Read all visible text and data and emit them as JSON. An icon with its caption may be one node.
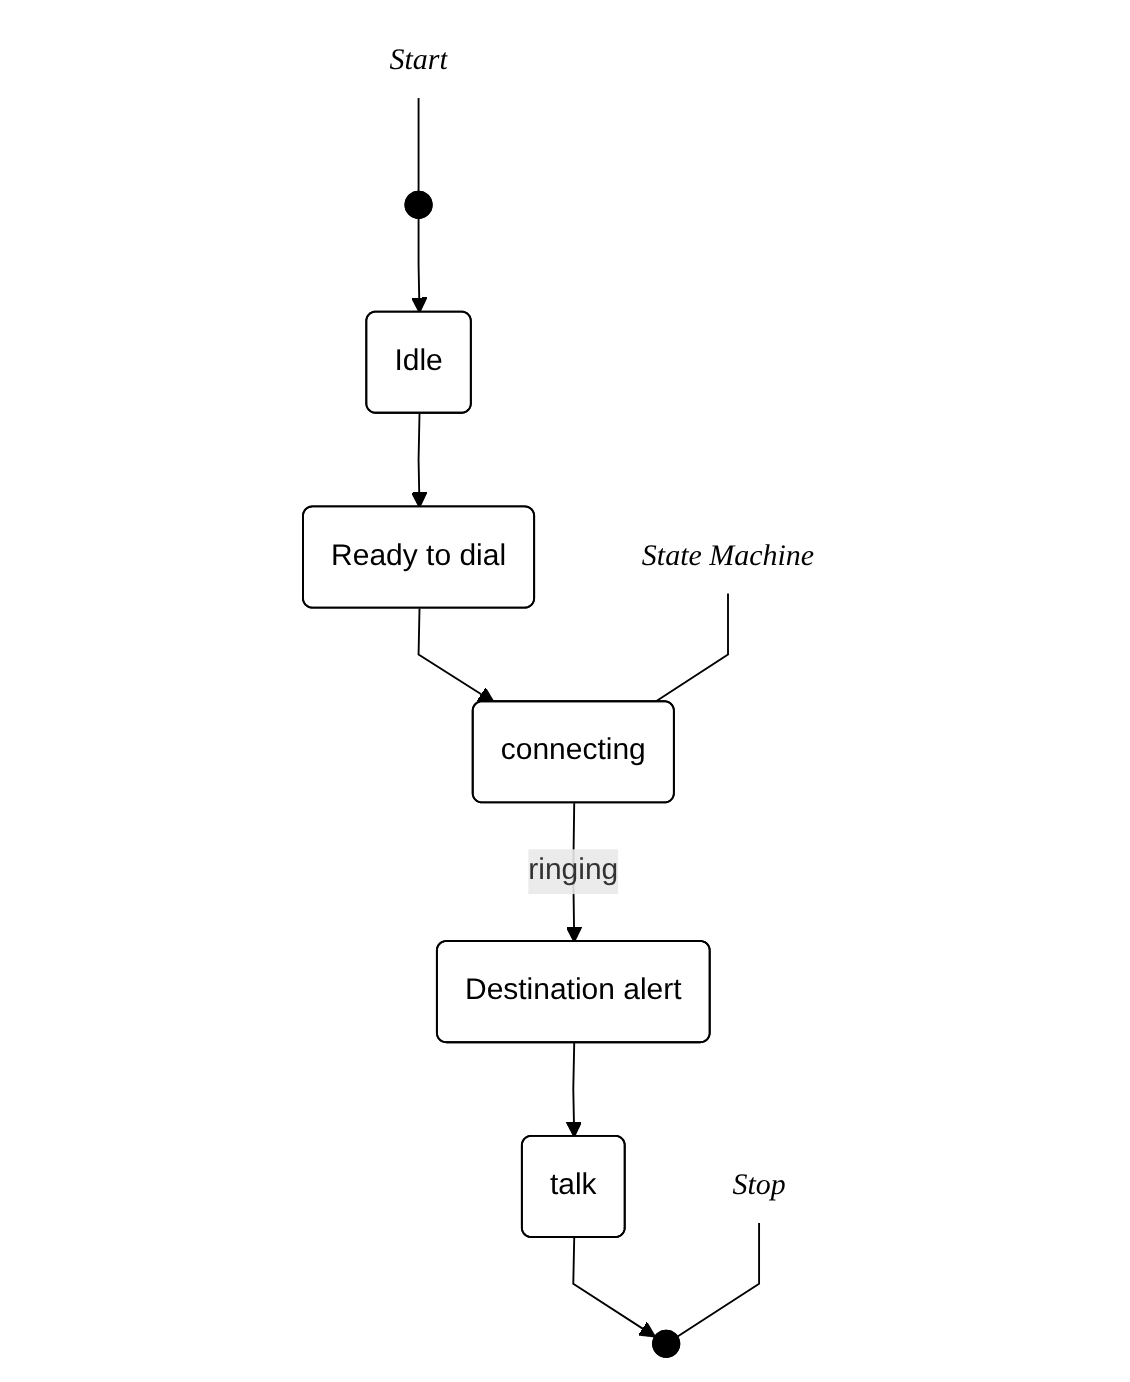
{
  "diagram": {
    "nodes": [
      {
        "text": [],
        "shape": "circle"
      },
      {
        "text": [
          "Idle"
        ]
      },
      {
        "text": [
          "Ready to dial"
        ]
      },
      {
        "text": [
          "connecting"
        ]
      },
      {
        "text": [
          "Destination alert"
        ]
      },
      {
        "text": [
          "talk"
        ]
      },
      {
        "text": [],
        "shape": "circle"
      },
      {
        "text": [
          "Start"
        ]
      },
      {
        "text": [
          "State Machine"
        ]
      },
      {
        "text": [
          "Stop"
        ]
      }
    ],
    "edges": [
      {
        "from": 0,
        "to": 1,
        "arrow": "to"
      },
      {
        "from": 1,
        "to": 2,
        "arrow": "to"
      },
      {
        "from": 2,
        "to": 3,
        "arrow": "to"
      },
      {
        "from": 3,
        "to": 4,
        "arrow": "to",
        "label": "ringing"
      },
      {
        "from": 4,
        "to": 5,
        "arrow": "to"
      },
      {
        "from": 5,
        "to": 6,
        "arrow": "to"
      },
      {
        "from": 7,
        "to": 0,
        "arrow": "none"
      },
      {
        "from": 8,
        "to": 3,
        "arrow": "none"
      },
      {
        "from": 9,
        "to": 6,
        "arrow": "none"
      }
    ]
  }
}
